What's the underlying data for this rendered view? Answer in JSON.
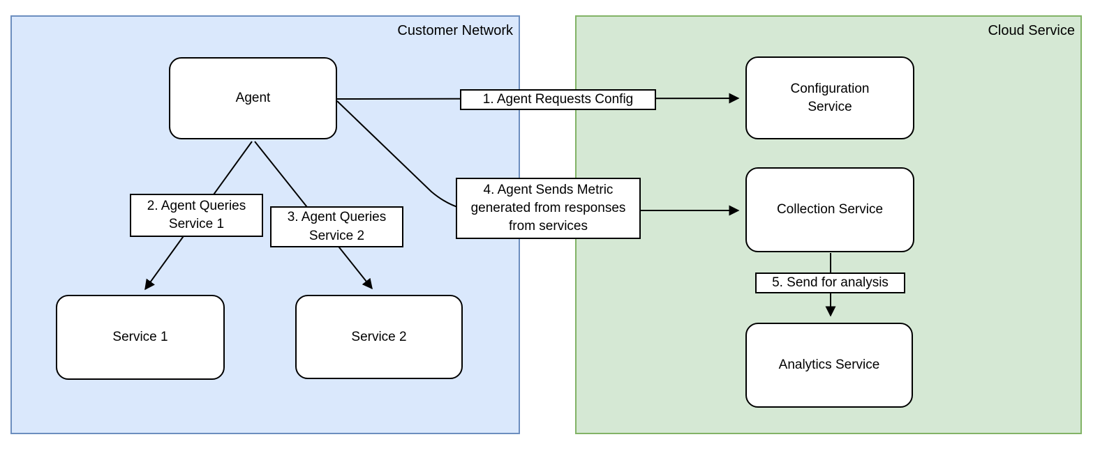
{
  "diagram": {
    "type": "architecture-flow-diagram",
    "containers": {
      "customer_network": {
        "label": "Customer Network",
        "fill": "#dae8fc",
        "border": "#6c8ebf"
      },
      "cloud_service": {
        "label": "Cloud Service",
        "fill": "#d5e8d4",
        "border": "#82b366"
      }
    },
    "nodes": {
      "agent": {
        "label": "Agent",
        "container": "Customer Network"
      },
      "service1": {
        "label": "Service 1",
        "container": "Customer Network"
      },
      "service2": {
        "label": "Service 2",
        "container": "Customer Network"
      },
      "config": {
        "label": "Configuration Service",
        "container": "Cloud Service"
      },
      "collection": {
        "label": "Collection Service",
        "container": "Cloud Service"
      },
      "analytics": {
        "label": "Analytics Service",
        "container": "Cloud Service"
      }
    },
    "edges": {
      "e1": {
        "from": "Agent",
        "to": "Configuration Service",
        "label": "1. Agent Requests Config"
      },
      "e2": {
        "from": "Agent",
        "to": "Service 1",
        "label": "2. Agent Queries Service 1"
      },
      "e3": {
        "from": "Agent",
        "to": "Service 2",
        "label": "3. Agent Queries Service 2"
      },
      "e4": {
        "from": "Agent",
        "to": "Collection Service",
        "label": "4. Agent Sends Metric generated from responses from services"
      },
      "e5": {
        "from": "Collection Service",
        "to": "Analytics Service",
        "label": "5. Send for analysis"
      }
    },
    "edge_color": "#000000",
    "node_fill": "#ffffff",
    "node_border": "#000000"
  }
}
